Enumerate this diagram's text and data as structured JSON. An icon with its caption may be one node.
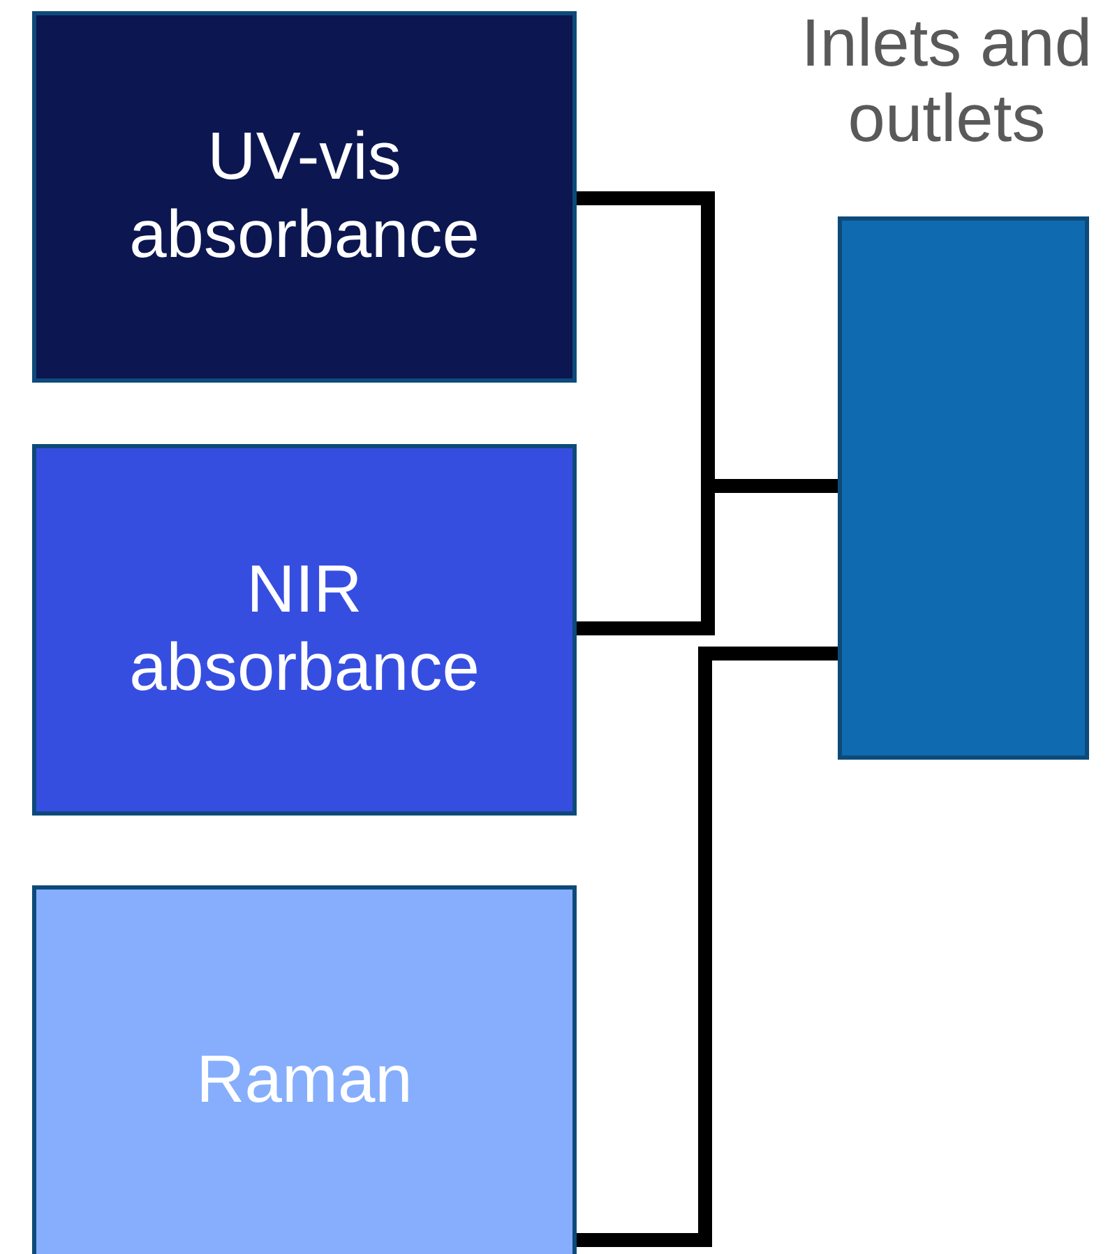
{
  "diagram": {
    "nodes": [
      {
        "text": [
          "UV-vis absorbance"
        ]
      },
      {
        "text": [
          "NIR absorbance"
        ]
      },
      {
        "text": [
          "Raman"
        ]
      },
      {
        "text": [
          "Inlets and outlets"
        ]
      }
    ],
    "edges": [
      {
        "from": 0,
        "to": 3,
        "arrow": "none"
      },
      {
        "from": 1,
        "to": 3,
        "arrow": "none"
      },
      {
        "from": 2,
        "to": 3,
        "arrow": "none"
      }
    ]
  }
}
